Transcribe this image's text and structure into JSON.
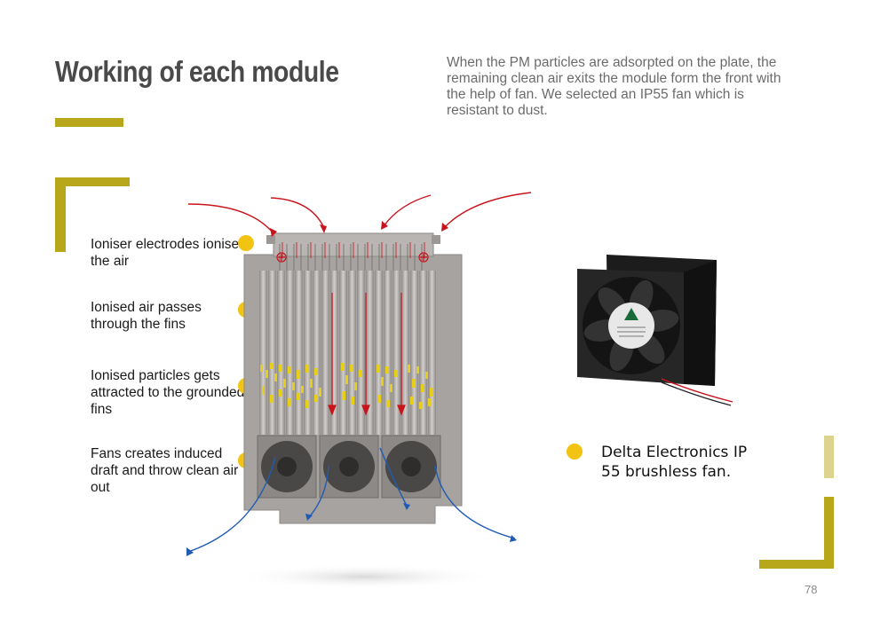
{
  "title": "Working of each module",
  "description": "When the PM particles are adsorpted on the plate, the remaining clean air exits the module form the front with the help of fan. We selected an IP55 fan which is resistant to dust.",
  "steps": [
    {
      "text": "Ioniser electrodes ionises the air"
    },
    {
      "text": "Ionised air passes through the fins"
    },
    {
      "text": "Ionised particles gets attracted to the grounded fins"
    },
    {
      "text": "Fans creates induced draft and throw clean air out"
    }
  ],
  "fan_label": "Delta Electronics IP 55 brushless fan.",
  "page_number": "78",
  "colors": {
    "accent_olive": "#b8a71a",
    "dot_yellow": "#f3c312",
    "intake_arrow_red": "#c8141b",
    "exhaust_arrow_blue": "#1f5bb5",
    "module_grey": "#a6a3a0",
    "fan_black": "#1c1c1c"
  },
  "icons": [
    "module-illustration",
    "ionised-particles",
    "fan-photo",
    "red-intake-arrow",
    "blue-exhaust-arrow"
  ]
}
